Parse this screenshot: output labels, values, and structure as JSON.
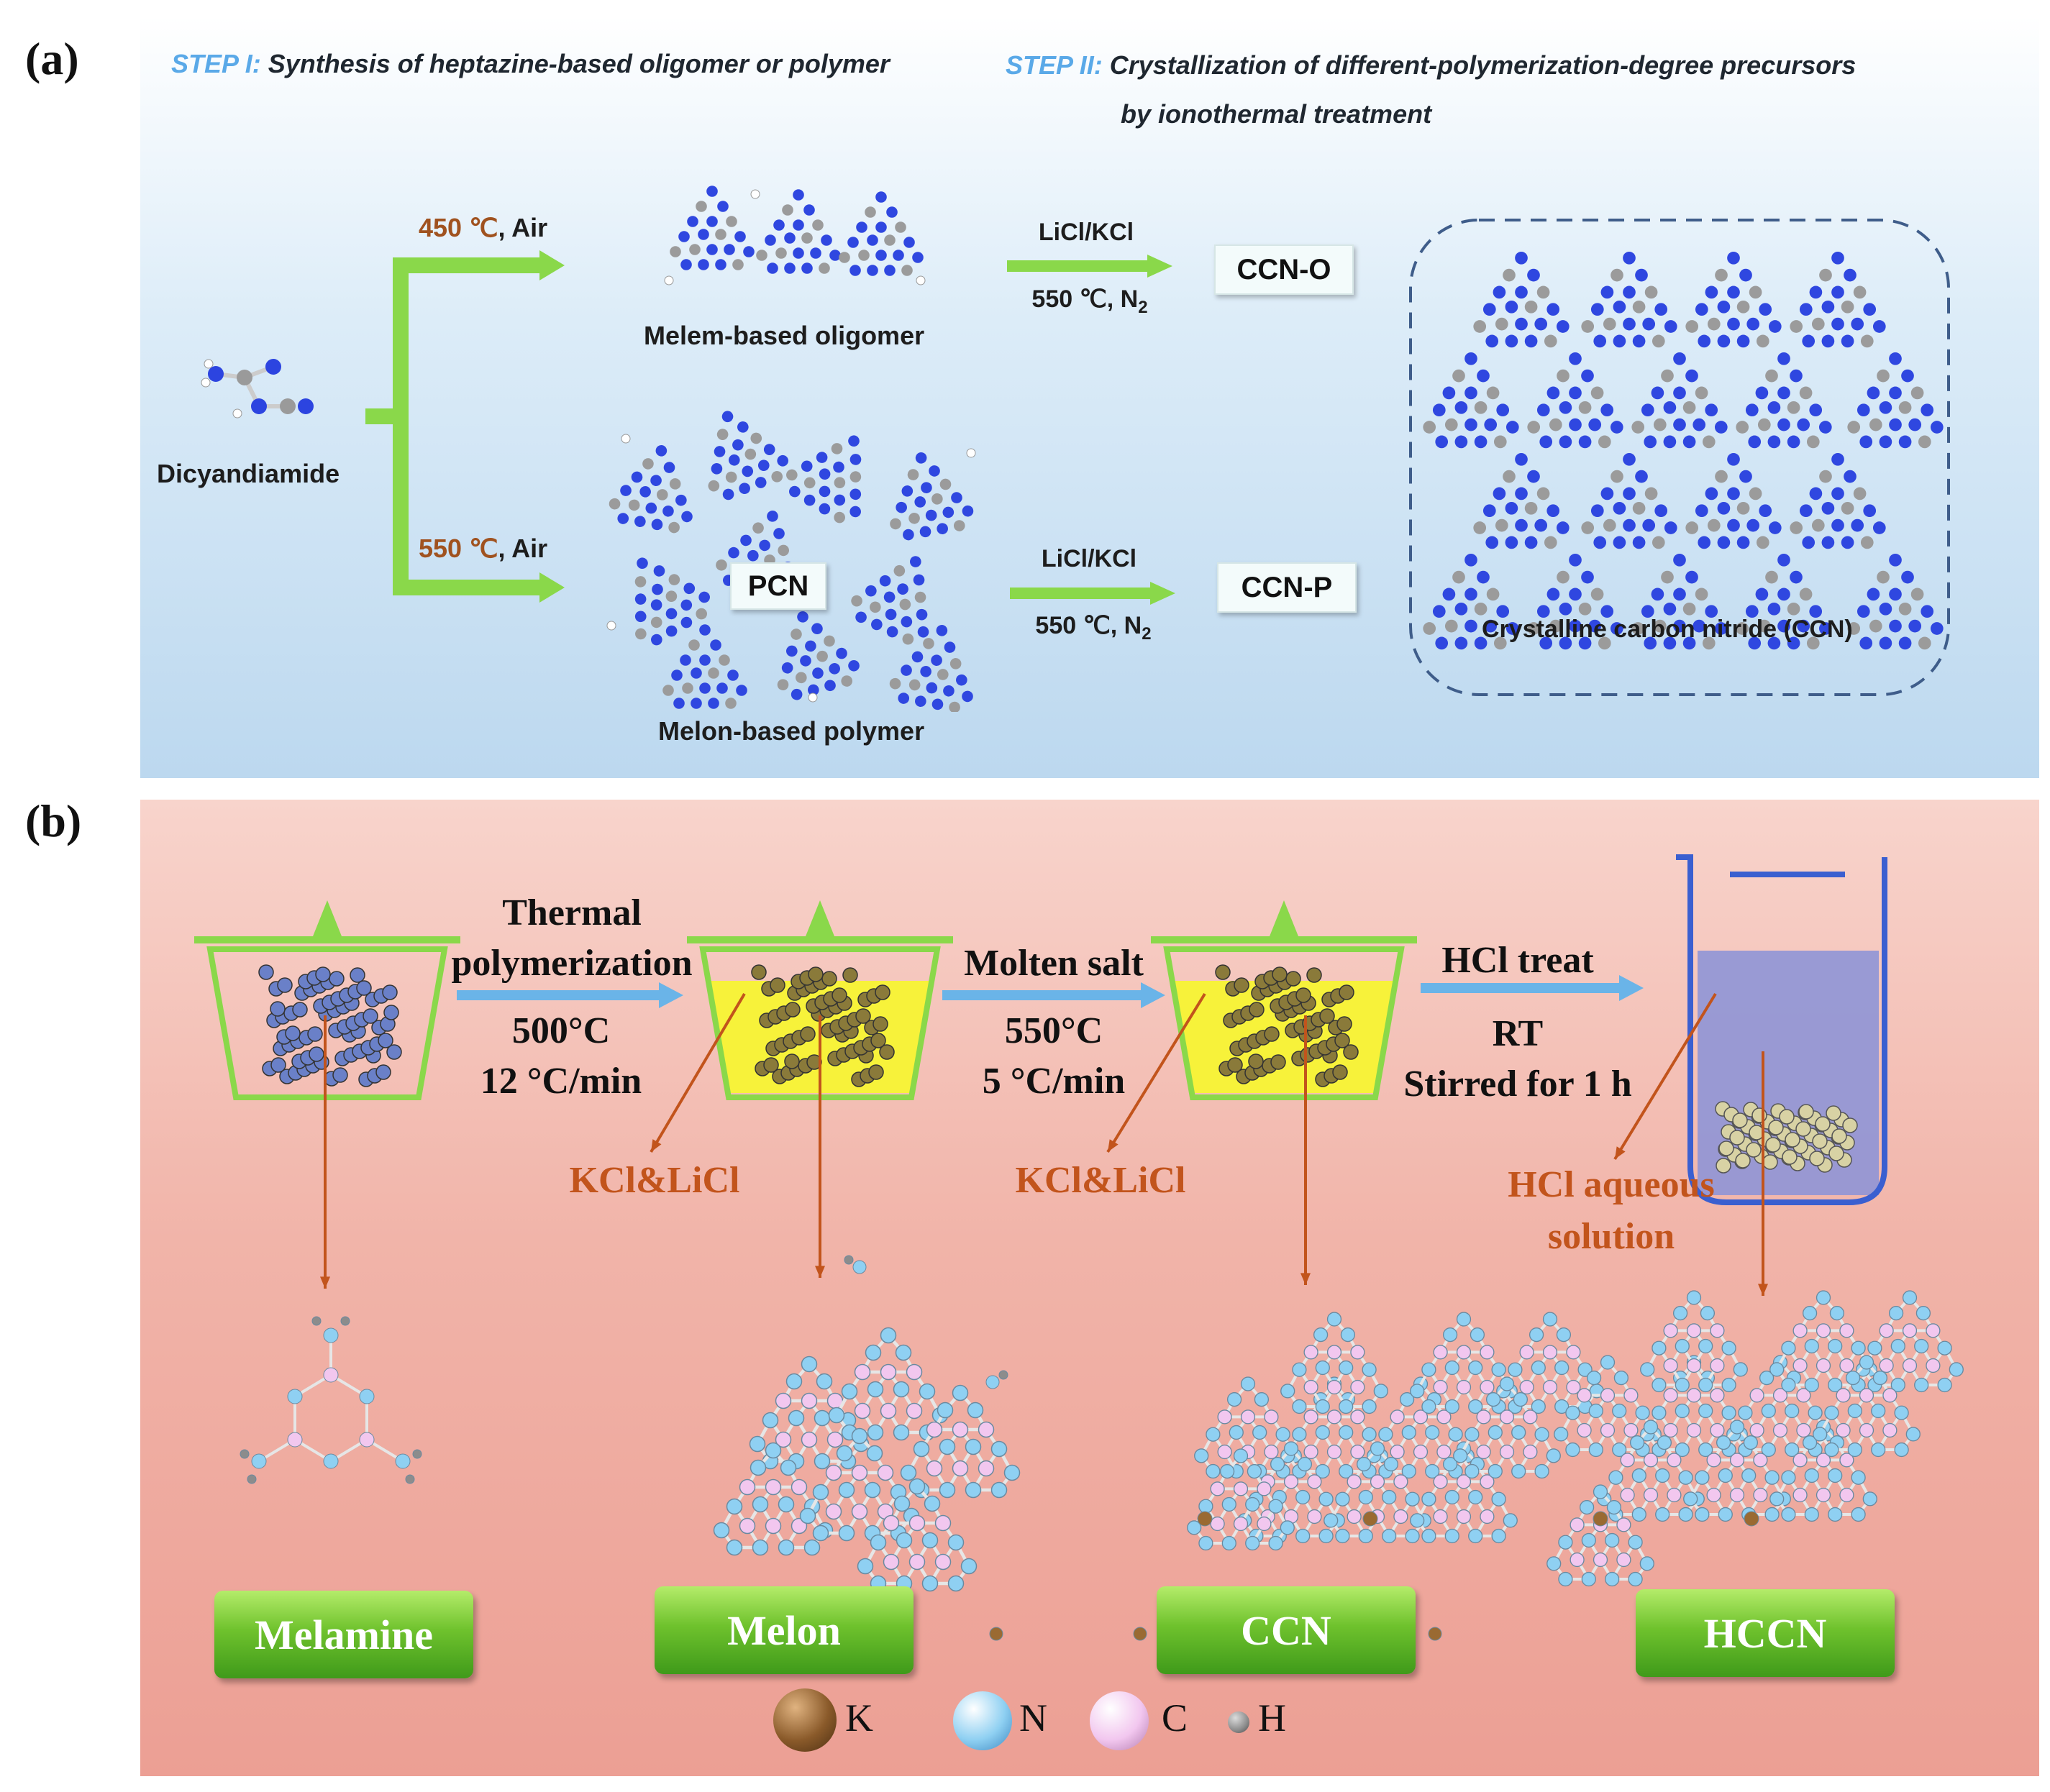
{
  "panel_a": {
    "label": "(a)",
    "step1_tag": "STEP I:",
    "step1_text": "Synthesis of heptazine-based oligomer or polymer",
    "step2_tag": "STEP II:",
    "step2_line1": "Crystallization of different-polymerization-degree precursors",
    "step2_line2": "by ionothermal treatment",
    "start_material": "Dicyandiamide",
    "branch1_temp": "450 ℃",
    "branch1_atm": ", Air",
    "branch2_temp": "550 ℃",
    "branch2_atm": ", Air",
    "oligomer_label": "Melem-based oligomer",
    "polymer_label": "Melon-based polymer",
    "pcn_label": "PCN",
    "salt1": "LiCl/KCl",
    "cond1": "550 ℃, N",
    "cond1_sub": "2",
    "product1": "CCN-O",
    "salt2": "LiCl/KCl",
    "cond2": "550 ℃, N",
    "cond2_sub": "2",
    "product2": "CCN-P",
    "ccn_label": "Crystalline carbon nitride (CCN)"
  },
  "panel_b": {
    "label": "(b)",
    "step1_line1": "Thermal",
    "step1_line2": "polymerization",
    "step1_line3": "500°C",
    "step1_line4": "12 °C/min",
    "step2_line1": "Molten salt",
    "step2_line2": "550°C",
    "step2_line3": "5 °C/min",
    "step3_line1": "HCl treat",
    "step3_line2": "RT",
    "step3_line3": "Stirred for 1 h",
    "salt_label_1": "KCl&LiCl",
    "salt_label_2": "KCl&LiCl",
    "hcl_line1": "HCl aqueous",
    "hcl_line2": "solution",
    "btn_melamine": "Melamine",
    "btn_melon": "Melon",
    "btn_ccn": "CCN",
    "btn_hccn": "HCCN",
    "legend": [
      {
        "symbol": "K",
        "color": "#8a5a2a"
      },
      {
        "symbol": "N",
        "color": "#8fd0f2"
      },
      {
        "symbol": "C",
        "color": "#f2c7ef"
      },
      {
        "symbol": "H",
        "color": "#8c8c8c"
      }
    ]
  },
  "colors": {
    "green_arrow": "#8ad84a",
    "blue_arrow": "#6ab4e8",
    "orange_text": "#c2541c",
    "beaker": "#3a5fd0"
  }
}
